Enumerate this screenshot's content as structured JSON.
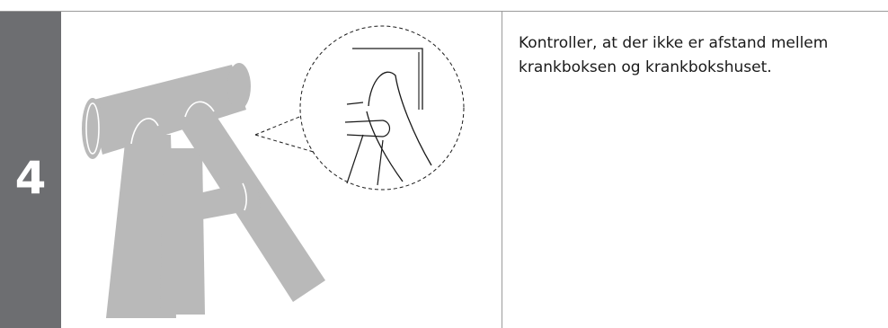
{
  "step": {
    "number": "4"
  },
  "instruction": {
    "text": "Kontroller, at der ikke er afstand mellem krankboksen og krankbokshuset."
  },
  "illustration": {
    "subject": "crank-box-housing",
    "detail_view": "magnified-circle",
    "colors": {
      "frame_fill": "#b9b9b9",
      "outline": "#1a1a1a",
      "step_bar": "#6d6e71"
    }
  }
}
